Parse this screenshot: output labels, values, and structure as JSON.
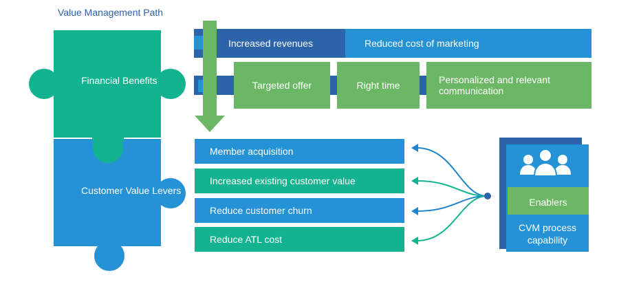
{
  "header": {
    "title": "Value Management Path"
  },
  "puzzle": {
    "top_label": "Financial Benefits",
    "bottom_label": "Customer Value Levers"
  },
  "benefits": {
    "row1": [
      "Increased revenues",
      "Reduced cost of marketing"
    ],
    "row2": [
      "Targeted offer",
      "Right time",
      "Personalized and relevant communication"
    ]
  },
  "levers": [
    "Member acquisition",
    "Increased existing customer value",
    "Reduce customer churn",
    "Reduce ATL cost"
  ],
  "enablers": {
    "icon": "people-group-icon",
    "label": "Enablers",
    "capability": "CVM process capability"
  },
  "colors": {
    "teal": "#13b38f",
    "blue": "#2592d6",
    "dark_blue": "#2b64a8",
    "green": "#6cb766",
    "mid_blue": "#1f84cc"
  }
}
